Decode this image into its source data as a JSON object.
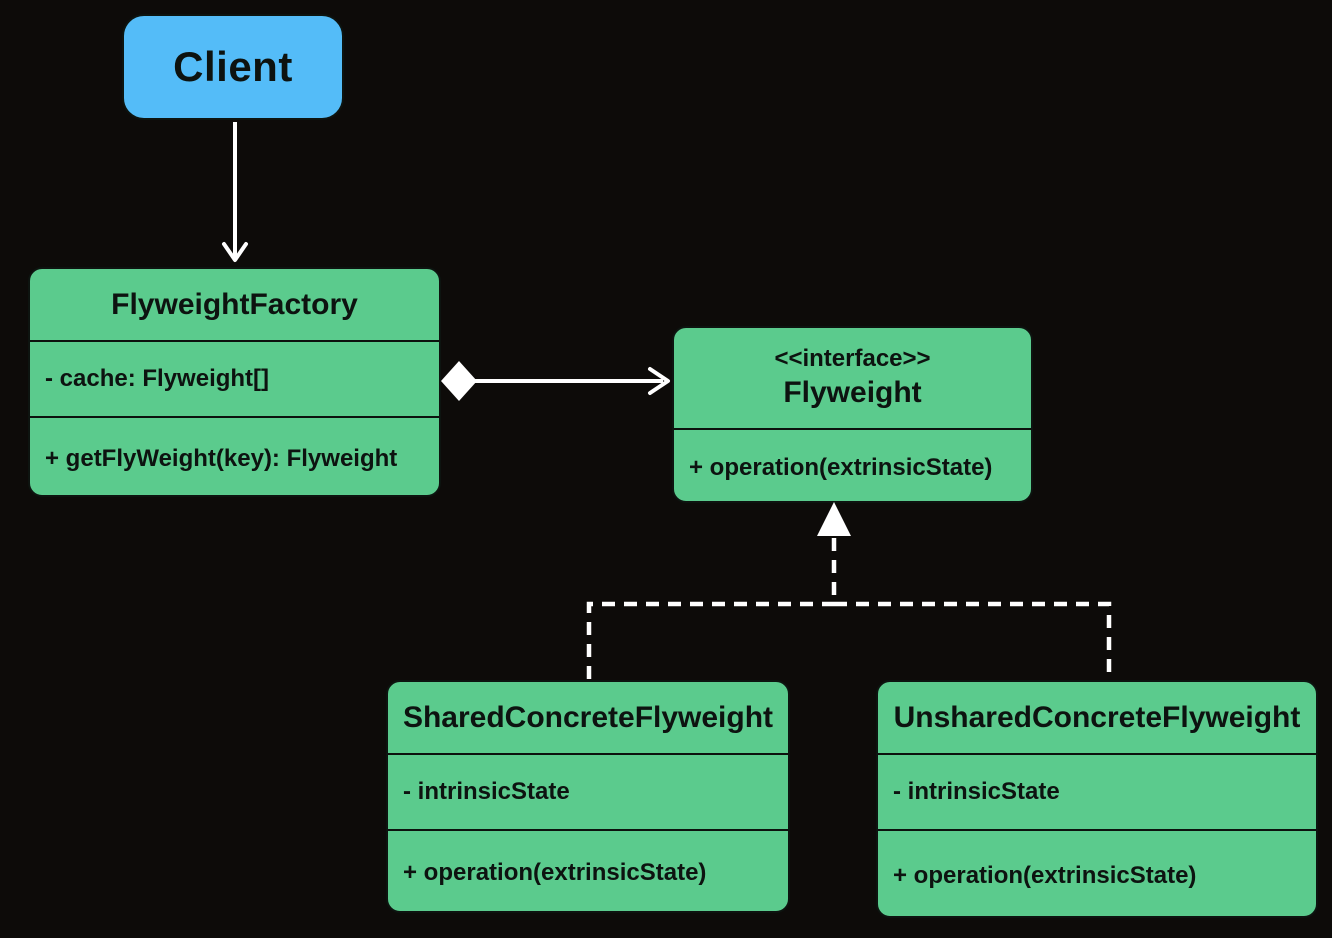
{
  "diagram": {
    "name": "Flyweight design pattern UML class diagram",
    "colors": {
      "background": "#0d0b09",
      "class_fill": "#5bcb8d",
      "client_fill": "#54bcf8",
      "connector": "#ffffff",
      "text": "#0d1310",
      "border": "#0d1410"
    },
    "nodes": {
      "client": {
        "label": "Client"
      },
      "factory": {
        "title": "FlyweightFactory",
        "attributes": [
          "- cache: Flyweight[]"
        ],
        "methods": [
          "+ getFlyWeight(key): Flyweight"
        ]
      },
      "flyweight": {
        "stereotype": "<<interface>>",
        "title": "Flyweight",
        "methods": [
          "+ operation(extrinsicState)"
        ]
      },
      "shared": {
        "title": "SharedConcreteFlyweight",
        "attributes": [
          "- intrinsicState"
        ],
        "methods": [
          "+ operation(extrinsicState)"
        ]
      },
      "unshared": {
        "title": "UnsharedConcreteFlyweight",
        "attributes": [
          "- intrinsicState"
        ],
        "methods": [
          "+ operation(extrinsicState)"
        ]
      }
    },
    "edges": [
      {
        "from": "Client",
        "to": "FlyweightFactory",
        "type": "directed association",
        "style": "solid open arrow"
      },
      {
        "from": "FlyweightFactory",
        "to": "Flyweight",
        "type": "composition",
        "style": "solid line, filled diamond at FlyweightFactory, open arrow at Flyweight"
      },
      {
        "from": "SharedConcreteFlyweight",
        "to": "Flyweight",
        "type": "realization",
        "style": "dashed line, filled triangle at Flyweight"
      },
      {
        "from": "UnsharedConcreteFlyweight",
        "to": "Flyweight",
        "type": "realization",
        "style": "dashed line, filled triangle at Flyweight"
      }
    ]
  }
}
